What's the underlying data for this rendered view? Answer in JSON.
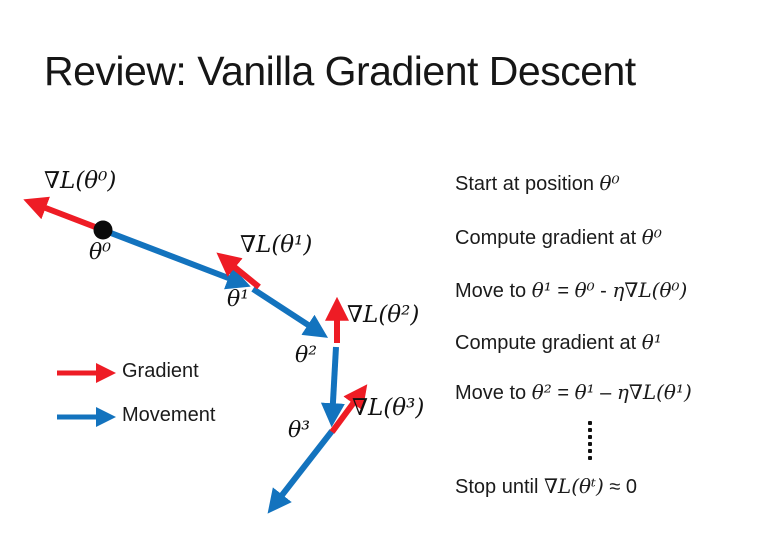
{
  "slide": {
    "title": "Review: Vanilla Gradient Descent"
  },
  "colors": {
    "gradient_red": "#ee1c25",
    "movement_blue": "#1373be",
    "point_black": "#0a0a0a"
  },
  "diagram": {
    "labels": {
      "grad0": "∇L(θ⁰)",
      "grad1": "∇L(θ¹)",
      "grad2": "∇L(θ²)",
      "grad3": "∇L(θ³)",
      "theta0": "θ⁰",
      "theta1": "θ¹",
      "theta2": "θ²",
      "theta3": "θ³"
    },
    "legend": {
      "gradient": "Gradient",
      "movement": "Movement"
    }
  },
  "steps": {
    "line1": {
      "pre": "Start at position ",
      "m1": "θ⁰"
    },
    "line2": {
      "pre": "Compute gradient at ",
      "m1": "θ⁰"
    },
    "line3": {
      "pre": "Move to ",
      "m1": "θ¹",
      "mid1": " = ",
      "m2": "θ⁰",
      "mid2": " - ",
      "m3": "η∇L(θ⁰)"
    },
    "line4": {
      "pre": "Compute gradient at ",
      "m1": "θ¹"
    },
    "line5": {
      "pre": "Move to ",
      "m1": "θ²",
      "mid1": " = ",
      "m2": "θ¹",
      "mid2": " – ",
      "m3": "η∇L(θ¹)"
    },
    "line6": {
      "pre": "Stop until ",
      "m1": "∇L(θᵗ)",
      "post": " ≈ 0"
    }
  }
}
